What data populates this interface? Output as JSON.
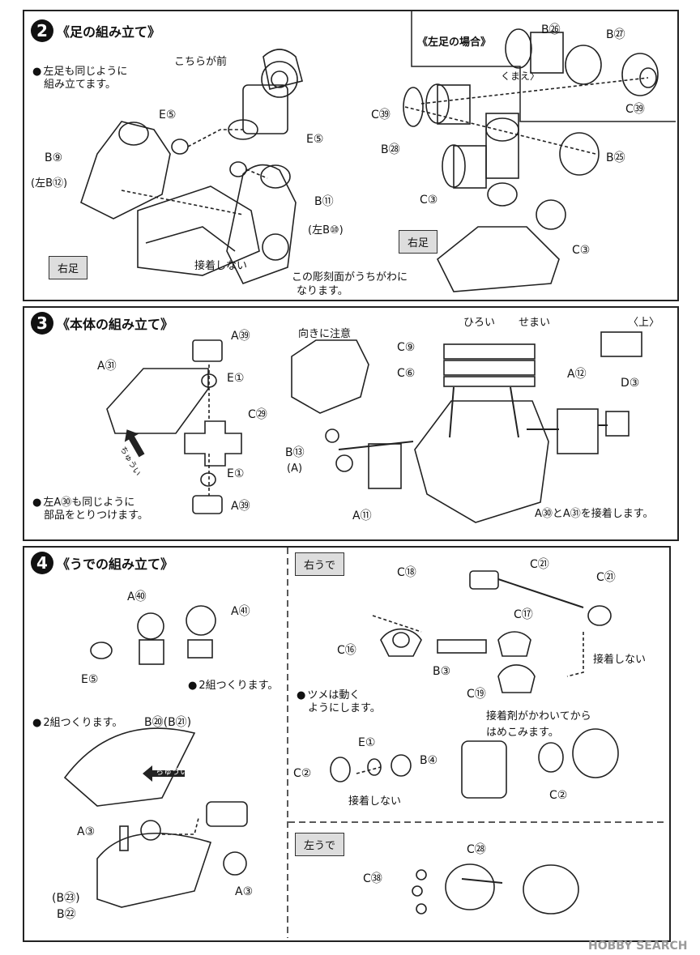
{
  "step2": {
    "num": "2",
    "title": "《足の組み立て》",
    "note_line1": "左足も同じように",
    "note_line2": "組み立てます。",
    "front_label": "こちらが前",
    "parts": {
      "e5a": "E⑤",
      "e5b": "E⑤",
      "b9": "B⑨",
      "lb12": "(左B⑫)",
      "b11": "B⑪",
      "lb10": "(左B⑩)"
    },
    "no_glue": "接着しない",
    "engrave_line1": "この彫刻面がうちがわに",
    "engrave_line2": "なります。",
    "tag_right_leg_a": "右足",
    "left_case_title": "《左足の場合》",
    "left_parts": {
      "b26": "B㉖",
      "b27": "B㉗",
      "front": "くまえ〉",
      "c39": "C㊴"
    },
    "right_parts": {
      "c39": "C㊴",
      "b28": "B㉘",
      "c3a": "C③",
      "b25": "B㉕",
      "c3b": "C③"
    },
    "tag_right_leg_b": "右足"
  },
  "step3": {
    "num": "3",
    "title": "《本体の組み立て》",
    "parts": {
      "a39a": "A㊴",
      "a31": "A㉛",
      "e1a": "E①",
      "c29": "C㉙",
      "e1b": "E①",
      "a39b": "A㊴",
      "wide": "ひろい",
      "narrow": "せまい",
      "up": "〈上〉",
      "c9": "C⑨",
      "c6": "C⑥",
      "a12": "A⑫",
      "d3": "D③",
      "b13": "B⑬",
      "a_paren": "(A)",
      "a11": "A⑪",
      "glue_note": "A㉚とA㉛を接着します。"
    },
    "orientation_note": "向きに注意",
    "caution": "ちゅうい",
    "note_line1": "左A㉚も同じように",
    "note_line2": "部品をとりつけます。"
  },
  "step4": {
    "num": "4",
    "title": "《うでの組み立て》",
    "parts": {
      "a40": "A㊵",
      "a41": "A㊶",
      "e5": "E⑤",
      "b20": "B⑳(B㉑)",
      "a3a": "A③",
      "a3b": "A③",
      "lb23": "(B㉓)",
      "b22": "B㉒"
    },
    "make_two_a": "2組つくります。",
    "make_two_b": "2組つくります。",
    "caution": "ちゅうい",
    "tag_right_arm": "右うで",
    "right_arm": {
      "c21a": "C㉑",
      "c18": "C⑱",
      "c21b": "C㉑",
      "c17": "C⑰",
      "c16": "C⑯",
      "b3": "B③",
      "c19": "C⑲",
      "no_glue": "接着しない",
      "claw_line1": "ツメは動く",
      "claw_line2": "ようにします。",
      "dry_line1": "接着剤がかわいてから",
      "dry_line2": "はめこみます。",
      "e1": "E①",
      "b4": "B④",
      "c2a": "C②",
      "c2b": "C②",
      "no_glue2": "接着しない"
    },
    "tag_left_arm": "左うで",
    "left_arm": {
      "c28": "C㉘",
      "c38": "C㊳"
    }
  },
  "watermark": "HOBBY SEARCH"
}
